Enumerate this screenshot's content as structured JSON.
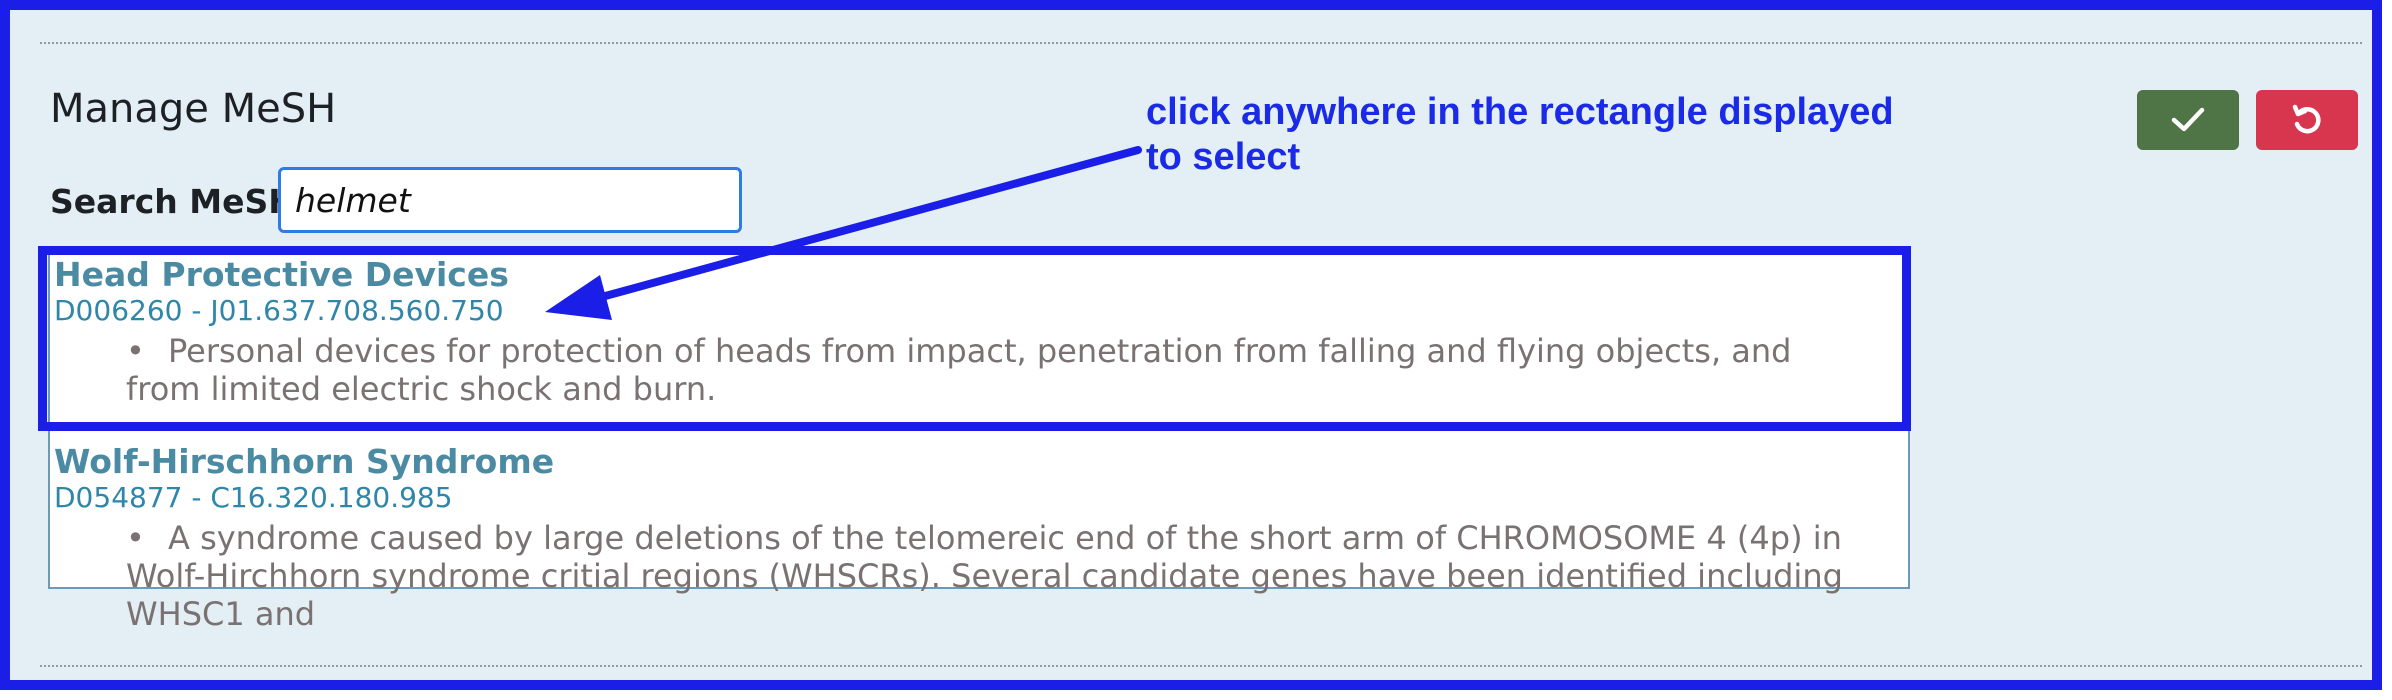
{
  "header": {
    "title": "Manage MeSH"
  },
  "search": {
    "label": "Search MeSH:",
    "value": "helmet",
    "placeholder": ""
  },
  "actions": {
    "confirm_icon": "checkmark-icon",
    "reset_icon": "undo-icon",
    "confirm_color": "#4f7446",
    "reset_color": "#d8354f"
  },
  "results": [
    {
      "title": "Head Protective Devices",
      "code": "D006260 - J01.637.708.560.750",
      "description": "Personal devices for protection of heads from impact, penetration from falling and flying objects, and from limited electric shock and burn."
    },
    {
      "title": "Wolf-Hirschhorn Syndrome",
      "code": "D054877 - C16.320.180.985",
      "description": "A syndrome caused by large deletions of the telomereic end of the short arm of CHROMOSOME 4 (4p) in Wolf-Hirchhorn syndrome critial regions (WHSCRs). Several candidate genes have been identified including WHSC1 and"
    }
  ],
  "annotation": {
    "line1": "click anywhere in the rectangle displayed",
    "line2": "to select",
    "color": "#1a1ee6"
  }
}
